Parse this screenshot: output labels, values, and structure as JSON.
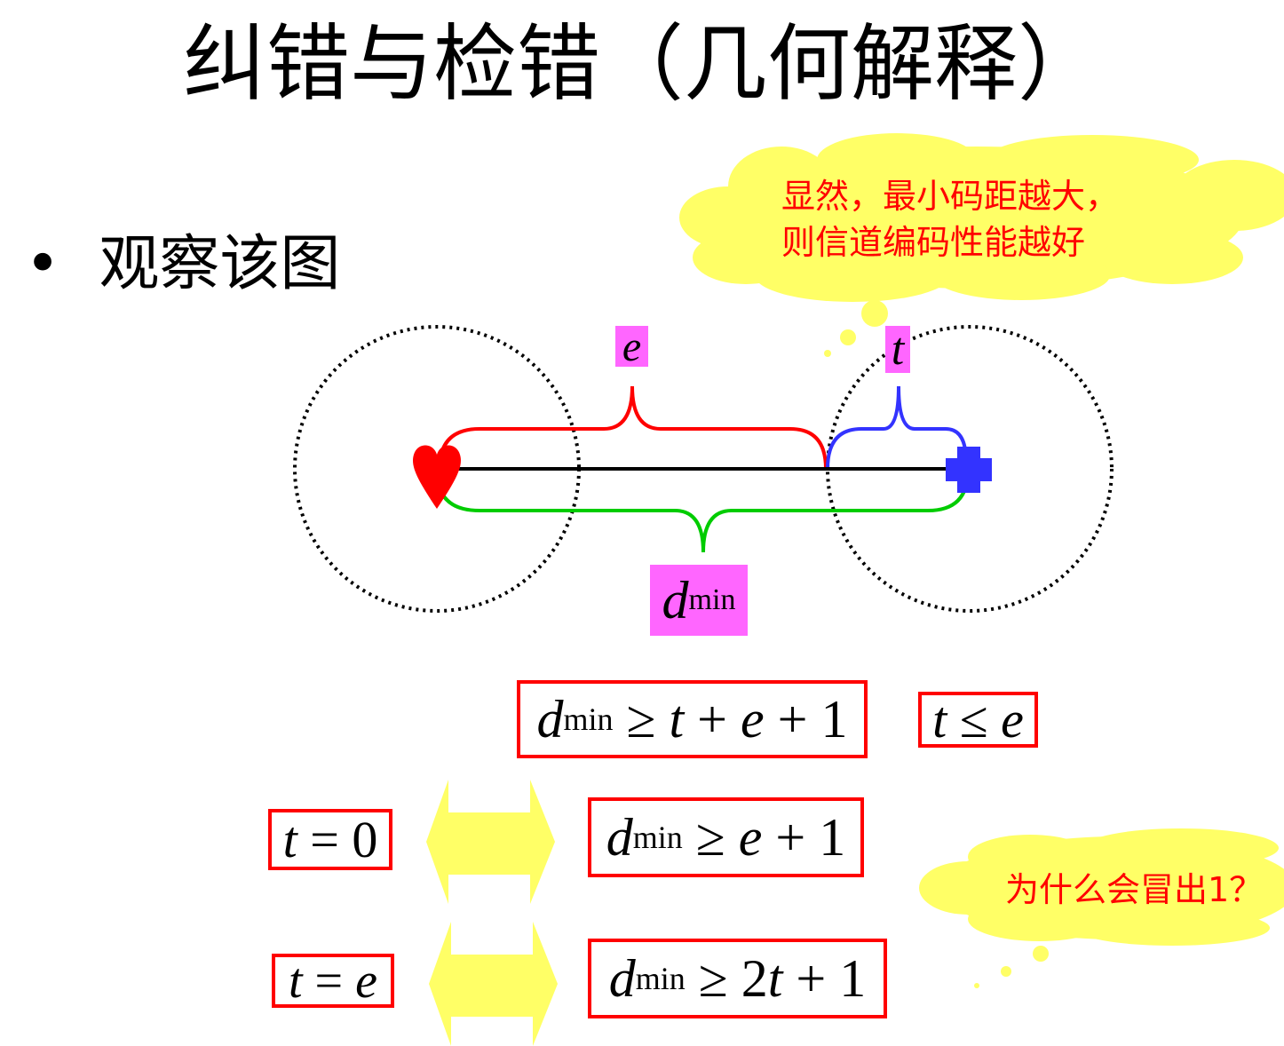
{
  "slide": {
    "title": "纠错与检错（几何解释）",
    "bullet": "观察该图",
    "bullet_marker": "•"
  },
  "cloud_top": {
    "line1": "显然，最小码距越大，",
    "line2": "则信道编码性能越好"
  },
  "cloud_bottom": {
    "text": "为什么会冒出1？"
  },
  "diagram": {
    "label_e": "e",
    "label_t": "t",
    "label_d": "d",
    "label_d_sub": "min",
    "left_marker_icon": "heart-icon",
    "right_marker_icon": "cross-icon"
  },
  "formulas": {
    "f1": {
      "d": "d",
      "sub": "min",
      "rest": " ≥ ",
      "t": "t",
      "plus1": " + ",
      "e": "e",
      "tail": " + 1"
    },
    "f2": {
      "t": "t",
      "op": " ≤ ",
      "e": "e"
    },
    "f3": {
      "t": "t",
      "rest": " = 0"
    },
    "f4": {
      "d": "d",
      "sub": "min",
      "op": " ≥ ",
      "e": "e",
      "tail": " + 1"
    },
    "f5": {
      "t": "t",
      "op": " = ",
      "e": "e"
    },
    "f6": {
      "d": "d",
      "sub": "min",
      "op": " ≥ 2",
      "t": "t",
      "tail": " + 1"
    }
  },
  "colors": {
    "cloud": "#ffff66",
    "arrow": "#ffff66",
    "box_border": "#ff0000",
    "label_bg": "#ff66ff",
    "brace_e": "#ff0000",
    "brace_t": "#3333ff",
    "brace_d": "#00cc00"
  }
}
